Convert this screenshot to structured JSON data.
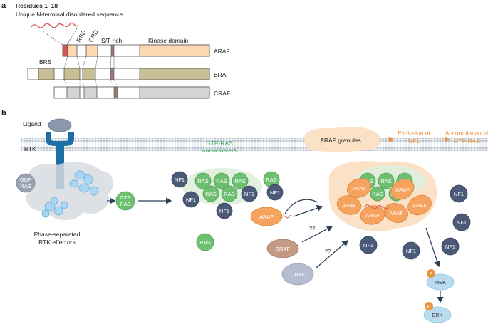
{
  "panel_a": {
    "label": "a",
    "residues_title": "Residues 1–18",
    "residues_subtitle": "Unique N-terminal disordered sequence",
    "rbd": "RBD",
    "crd": "CRD",
    "st_rich": "S/T-rich",
    "kinase_domain": "Kinase domain",
    "brs": "BRS",
    "araf": "ARAF",
    "braf": "BRAF",
    "craf": "CRAF",
    "colors": {
      "araf": "#fcd9b0",
      "braf": "#c8bf96",
      "craf": "#d4d4d4",
      "st": "#9c7b74",
      "n_term": "#d9534f"
    }
  },
  "panel_b": {
    "label": "b",
    "ligand": "Ligand",
    "rtk": "RTK",
    "gdp_ras": [
      "GDP",
      "RAS"
    ],
    "gtp_ras": [
      "GTP",
      "RAS"
    ],
    "phase_separated": [
      "Phase-separated",
      "RTK effectors"
    ],
    "gtp_ras_nanoclusters": [
      "GTP-RAS",
      "nanoclusters"
    ],
    "araf_granules": "ARAF granules",
    "exclusion": [
      "Exclusion of",
      "NF1"
    ],
    "accumulation": [
      "Accumulation of",
      "GTP-RAS"
    ],
    "nf1": "NF1",
    "ras": "RAS",
    "araf": "ARAF",
    "braf": "BRAF",
    "craf": "CRAF",
    "qq": "??",
    "mek": "MEK",
    "erk": "ERK",
    "p": "P",
    "colors": {
      "ras": "#6cc070",
      "nf1": "#4a5a78",
      "araf": "#f6a35f",
      "braf": "#c49a84",
      "craf": "#b7bdd0",
      "mek": "#b9dcf0",
      "p": "#e8943a",
      "rtk": "#1d6fa5"
    }
  }
}
